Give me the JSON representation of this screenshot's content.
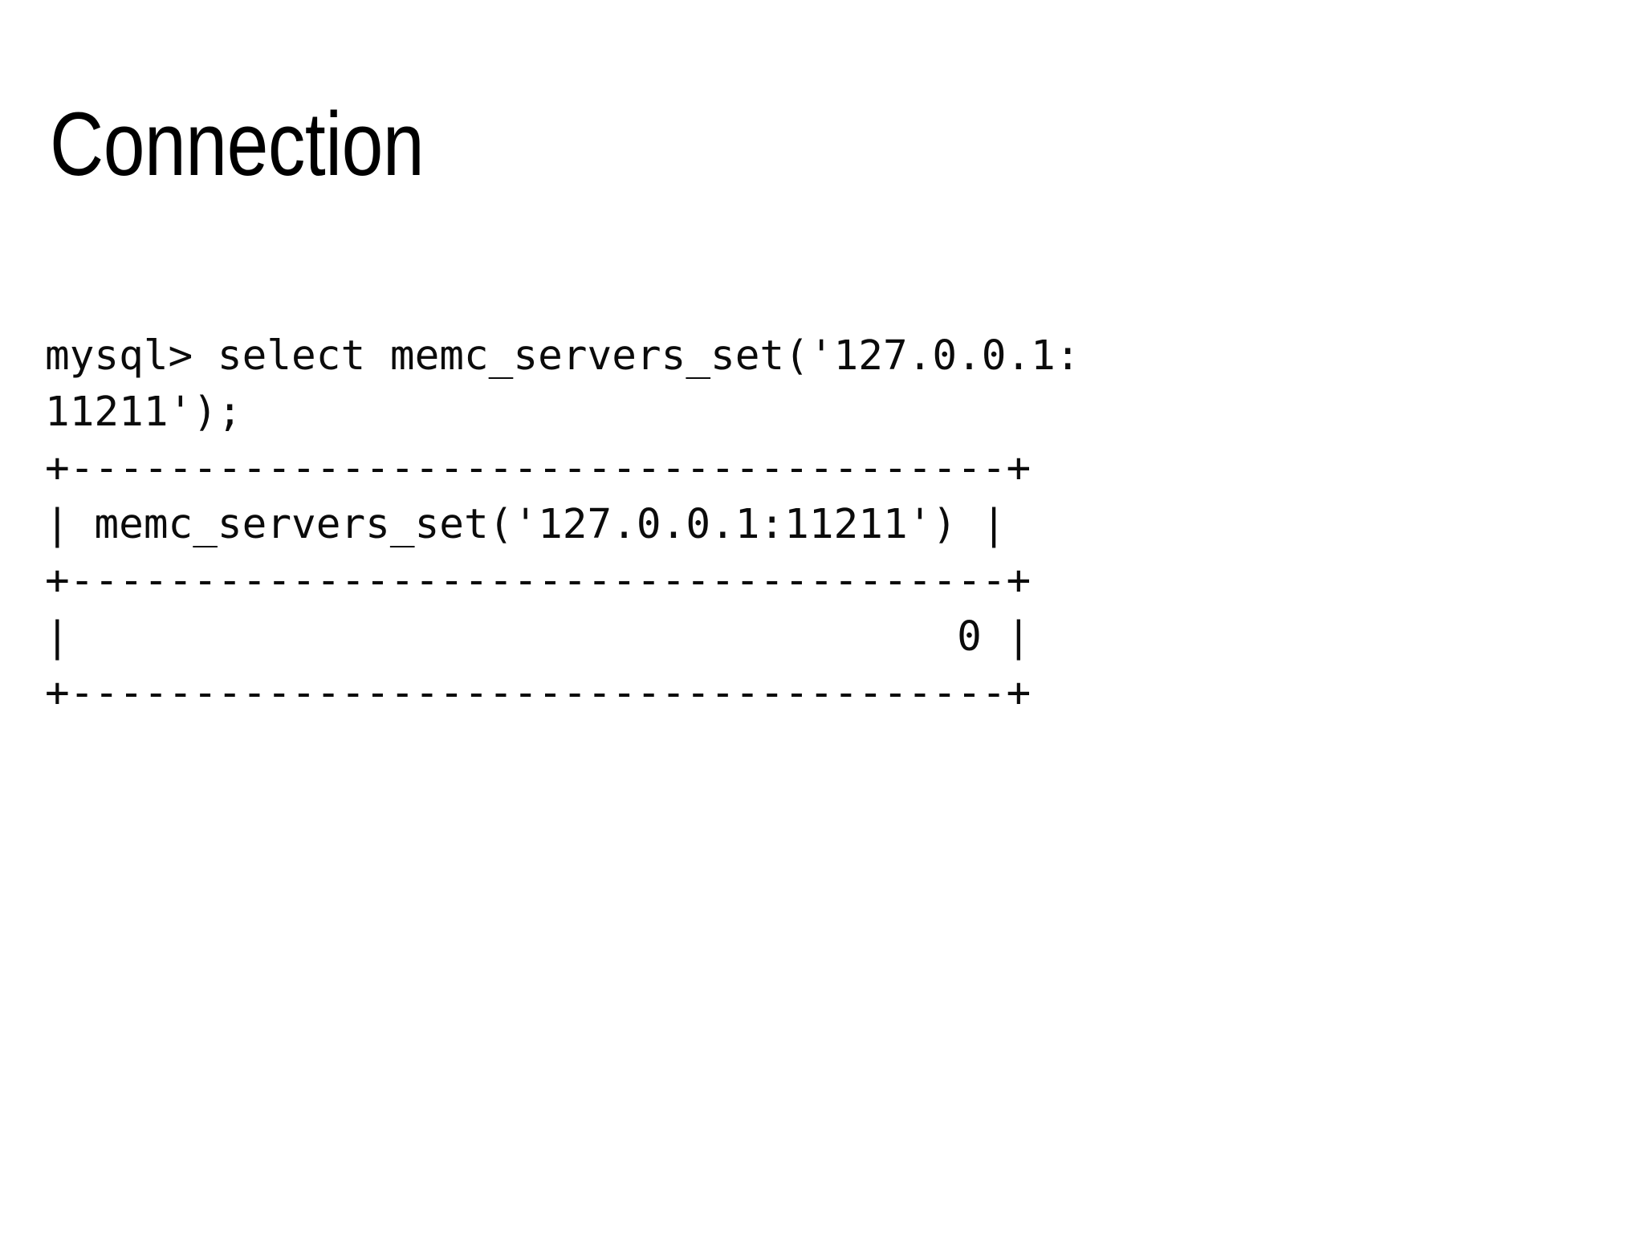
{
  "slide": {
    "title": "Connection",
    "background_color": "#ffffff",
    "text_color": "#000000"
  },
  "console": {
    "prompt": "mysql>",
    "statement": "select memc_servers_set('127.0.0.1:11211');",
    "lines": [
      "mysql> select memc_servers_set('127.0.0.1:",
      "11211');",
      "+--------------------------------------+",
      "| memc_servers_set('127.0.0.1:11211') |",
      "+--------------------------------------+",
      "|                                    0 |",
      "+--------------------------------------+"
    ],
    "result_table": {
      "border": "+--------------------------------------+",
      "column_header": "memc_servers_set('127.0.0.1:11211')",
      "row_values": [
        "0"
      ],
      "table_width_chars": 40
    }
  }
}
